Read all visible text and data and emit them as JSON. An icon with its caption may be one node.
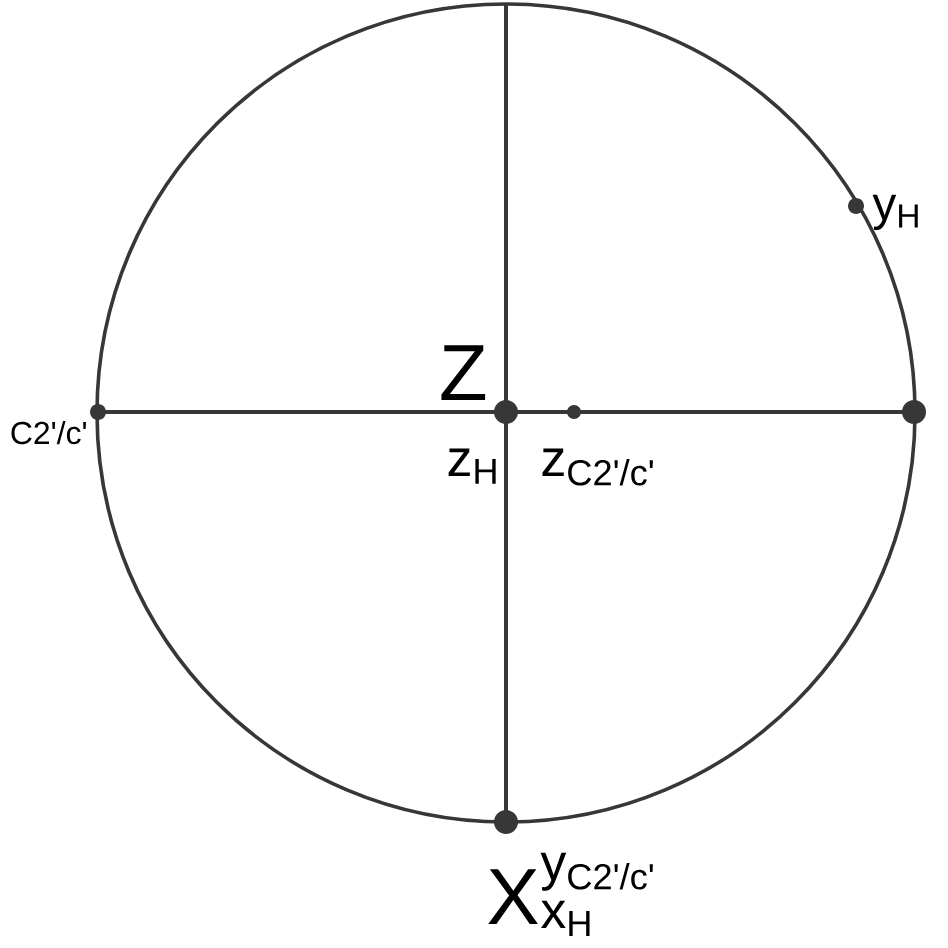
{
  "diagram": {
    "labels": [
      "Z",
      "z$_{H}$",
      "z$_{C2'/c'}$",
      "C2'/c'",
      "y$_{H}$",
      "X",
      "y$_{C2'/c'}$",
      "x$_{H}$"
    ]
  }
}
